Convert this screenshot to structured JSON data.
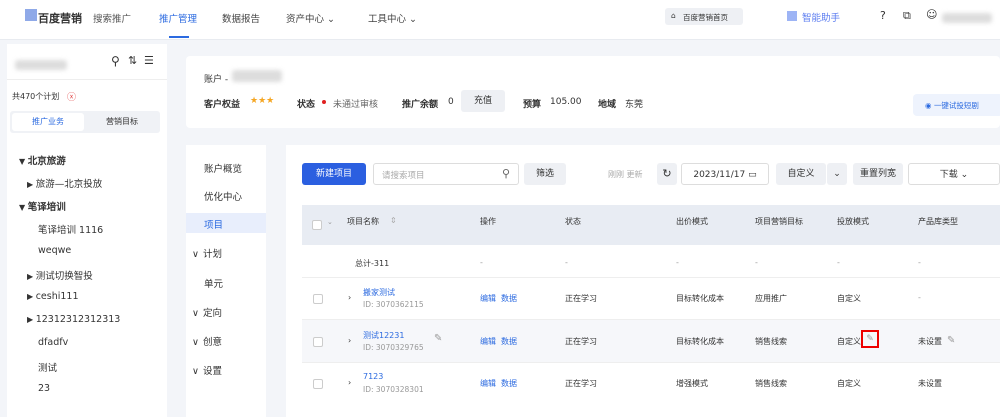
{
  "header": {
    "brand": "百度营销",
    "product": "搜索推广",
    "nav": [
      "推广管理",
      "数据报告",
      "资产中心",
      "工具中心"
    ],
    "home_button": "百度营销首页",
    "assistant": "智能助手"
  },
  "sidebar": {
    "plan_count": "共470个计划",
    "tabs": [
      "推广业务",
      "营销目标"
    ],
    "tree": [
      {
        "label": "北京旅游",
        "arrow": "▼",
        "indent": 0
      },
      {
        "label": "旅游—北京投放",
        "arrow": "▶",
        "indent": 1
      },
      {
        "label": "笔译培训",
        "arrow": "▼",
        "indent": 0
      },
      {
        "label": "笔译培训 1116",
        "arrow": "",
        "indent": 2
      },
      {
        "label": "weqwe",
        "arrow": "",
        "indent": 2
      },
      {
        "label": "测试切换智投",
        "arrow": "▶",
        "indent": 1
      },
      {
        "label": "ceshi111",
        "arrow": "▶",
        "indent": 1
      },
      {
        "label": "12312312312313",
        "arrow": "▶",
        "indent": 1
      },
      {
        "label": "dfadfv",
        "arrow": "",
        "indent": 2
      },
      {
        "label": "测试",
        "arrow": "",
        "indent": 2
      },
      {
        "label": "23",
        "arrow": "",
        "indent": 2
      }
    ]
  },
  "account": {
    "label": "账户 -",
    "rights_label": "客户权益",
    "stars": "★★★",
    "status_label": "状态",
    "status": "未通过审核",
    "balance_label": "推广余额",
    "balance": "0",
    "recharge": "充值",
    "budget_label": "预算",
    "budget": "105.00",
    "region_label": "地域",
    "region": "东莞",
    "quick_button": "一键试投短剧",
    "status_color": "#e02020"
  },
  "subnav": [
    {
      "label": "账户概览",
      "chev": ""
    },
    {
      "label": "优化中心",
      "chev": ""
    },
    {
      "label": "项目",
      "chev": "",
      "active": true
    },
    {
      "label": "计划",
      "chev": "∨"
    },
    {
      "label": "单元",
      "chev": ""
    },
    {
      "label": "定向",
      "chev": "∨"
    },
    {
      "label": "创意",
      "chev": "∨"
    },
    {
      "label": "设置",
      "chev": "∨"
    }
  ],
  "toolbar": {
    "new_project": "新建项目",
    "search_placeholder": "请搜索项目",
    "filter": "筛选",
    "updated": "刚刚 更新",
    "date": "2023/11/17",
    "custom": "自定义",
    "reset_columns": "重置列宽",
    "download": "下载"
  },
  "table": {
    "headers": [
      "项目名称",
      "操作",
      "状态",
      "出价模式",
      "项目营销目标",
      "投放模式",
      "产品库类型"
    ],
    "total": [
      "总计-311",
      "-",
      "-",
      "-",
      "-",
      "-",
      "-"
    ],
    "rows": [
      {
        "name": "搬家测试",
        "id": "ID: 3070362115",
        "edit": "编辑",
        "data": "数据",
        "status": "正在学习",
        "bid": "目标转化成本",
        "goal": "应用推广",
        "mode": "自定义",
        "lib": "-"
      },
      {
        "name": "测试12231",
        "id": "ID: 3070329765",
        "edit": "编辑",
        "data": "数据",
        "status": "正在学习",
        "bid": "目标转化成本",
        "goal": "销售线索",
        "mode": "自定义",
        "lib": "未设置"
      },
      {
        "name": "7123",
        "id": "ID: 3070328301",
        "edit": "编辑",
        "data": "数据",
        "status": "正在学习",
        "bid": "增强模式",
        "goal": "销售线索",
        "mode": "自定义",
        "lib": "未设置"
      }
    ]
  }
}
